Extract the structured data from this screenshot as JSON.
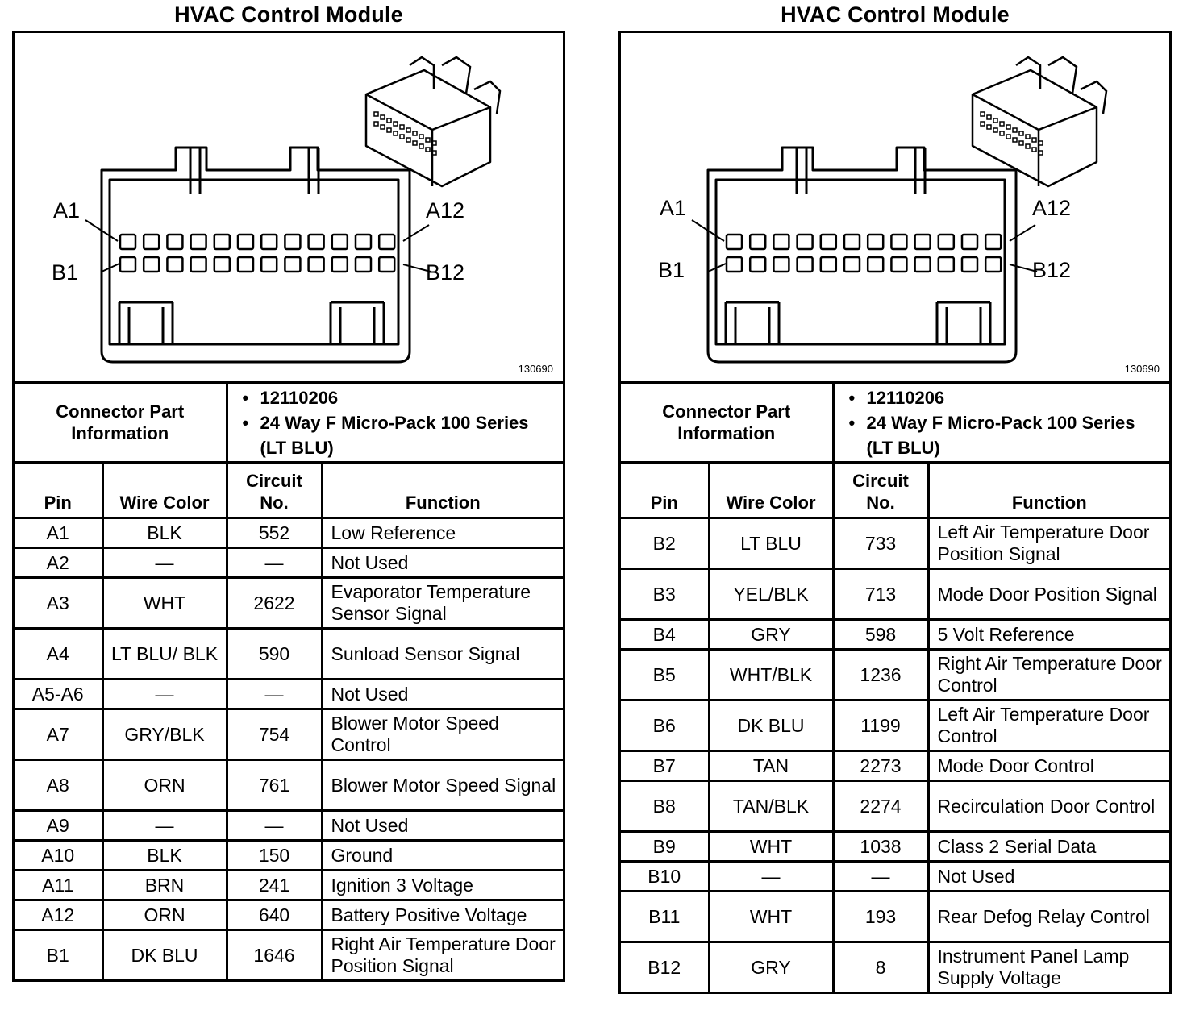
{
  "panels": [
    {
      "title": "HVAC Control Module",
      "figure_number": "130690",
      "pin_labels": {
        "a1": "A1",
        "a12": "A12",
        "b1": "B1",
        "b12": "B12"
      },
      "connector_info": {
        "label": "Connector Part Information",
        "items": [
          "12110206",
          "24 Way F Micro-Pack 100 Series (LT BLU)"
        ]
      },
      "headers": {
        "pin": "Pin",
        "wire_color": "Wire Color",
        "circuit_no": "Circuit No.",
        "function": "Function"
      },
      "rows": [
        {
          "pin": "A1",
          "color": "BLK",
          "circuit": "552",
          "function": "Low Reference"
        },
        {
          "pin": "A2",
          "color": "—",
          "circuit": "—",
          "function": "Not Used"
        },
        {
          "pin": "A3",
          "color": "WHT",
          "circuit": "2622",
          "function": "Evaporator Temperature Sensor Signal"
        },
        {
          "pin": "A4",
          "color": "LT BLU/ BLK",
          "circuit": "590",
          "function": "Sunload Sensor Signal"
        },
        {
          "pin": "A5-A6",
          "color": "—",
          "circuit": "—",
          "function": "Not Used"
        },
        {
          "pin": "A7",
          "color": "GRY/BLK",
          "circuit": "754",
          "function": "Blower Motor Speed Control"
        },
        {
          "pin": "A8",
          "color": "ORN",
          "circuit": "761",
          "function": "Blower Motor Speed Signal"
        },
        {
          "pin": "A9",
          "color": "—",
          "circuit": "—",
          "function": "Not Used"
        },
        {
          "pin": "A10",
          "color": "BLK",
          "circuit": "150",
          "function": "Ground"
        },
        {
          "pin": "A11",
          "color": "BRN",
          "circuit": "241",
          "function": "Ignition 3 Voltage"
        },
        {
          "pin": "A12",
          "color": "ORN",
          "circuit": "640",
          "function": "Battery Positive Voltage"
        },
        {
          "pin": "B1",
          "color": "DK BLU",
          "circuit": "1646",
          "function": "Right Air Temperature Door Position Signal"
        }
      ]
    },
    {
      "title": "HVAC Control Module",
      "figure_number": "130690",
      "pin_labels": {
        "a1": "A1",
        "a12": "A12",
        "b1": "B1",
        "b12": "B12"
      },
      "connector_info": {
        "label": "Connector Part Information",
        "items": [
          "12110206",
          "24 Way F Micro-Pack 100 Series (LT BLU)"
        ]
      },
      "headers": {
        "pin": "Pin",
        "wire_color": "Wire Color",
        "circuit_no": "Circuit No.",
        "function": "Function"
      },
      "rows": [
        {
          "pin": "B2",
          "color": "LT BLU",
          "circuit": "733",
          "function": "Left Air Temperature Door Position Signal"
        },
        {
          "pin": "B3",
          "color": "YEL/BLK",
          "circuit": "713",
          "function": "Mode Door Position Signal"
        },
        {
          "pin": "B4",
          "color": "GRY",
          "circuit": "598",
          "function": "5 Volt Reference"
        },
        {
          "pin": "B5",
          "color": "WHT/BLK",
          "circuit": "1236",
          "function": "Right Air Temperature Door Control"
        },
        {
          "pin": "B6",
          "color": "DK BLU",
          "circuit": "1199",
          "function": "Left Air Temperature Door Control"
        },
        {
          "pin": "B7",
          "color": "TAN",
          "circuit": "2273",
          "function": "Mode Door Control"
        },
        {
          "pin": "B8",
          "color": "TAN/BLK",
          "circuit": "2274",
          "function": "Recirculation Door Control"
        },
        {
          "pin": "B9",
          "color": "WHT",
          "circuit": "1038",
          "function": "Class 2 Serial Data"
        },
        {
          "pin": "B10",
          "color": "—",
          "circuit": "—",
          "function": "Not Used"
        },
        {
          "pin": "B11",
          "color": "WHT",
          "circuit": "193",
          "function": "Rear Defog Relay Control"
        },
        {
          "pin": "B12",
          "color": "GRY",
          "circuit": "8",
          "function": "Instrument Panel Lamp Supply Voltage"
        }
      ]
    }
  ]
}
